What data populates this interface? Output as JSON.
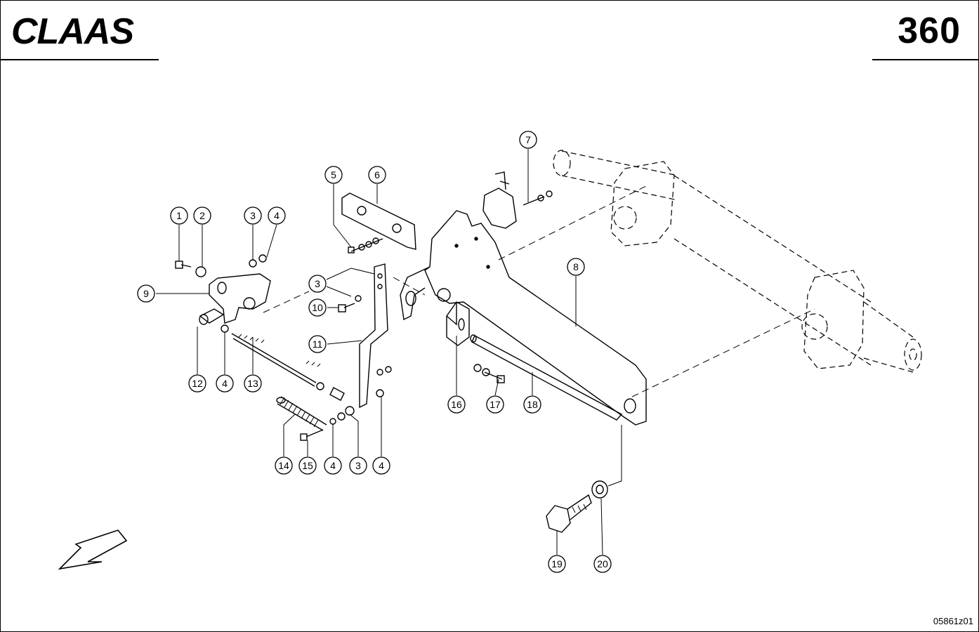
{
  "header": {
    "brand": "CLAAS",
    "page_number": "360"
  },
  "footer": {
    "drawing_ref": "05861z01"
  },
  "callouts": [
    "1",
    "2",
    "3",
    "4",
    "5",
    "6",
    "7",
    "8",
    "9",
    "10",
    "11",
    "12",
    "13",
    "14",
    "15",
    "16",
    "17",
    "18",
    "19",
    "20"
  ],
  "colors": {
    "line": "#000000",
    "background": "#ffffff"
  },
  "icons": {
    "direction": "direction-arrow-icon"
  }
}
